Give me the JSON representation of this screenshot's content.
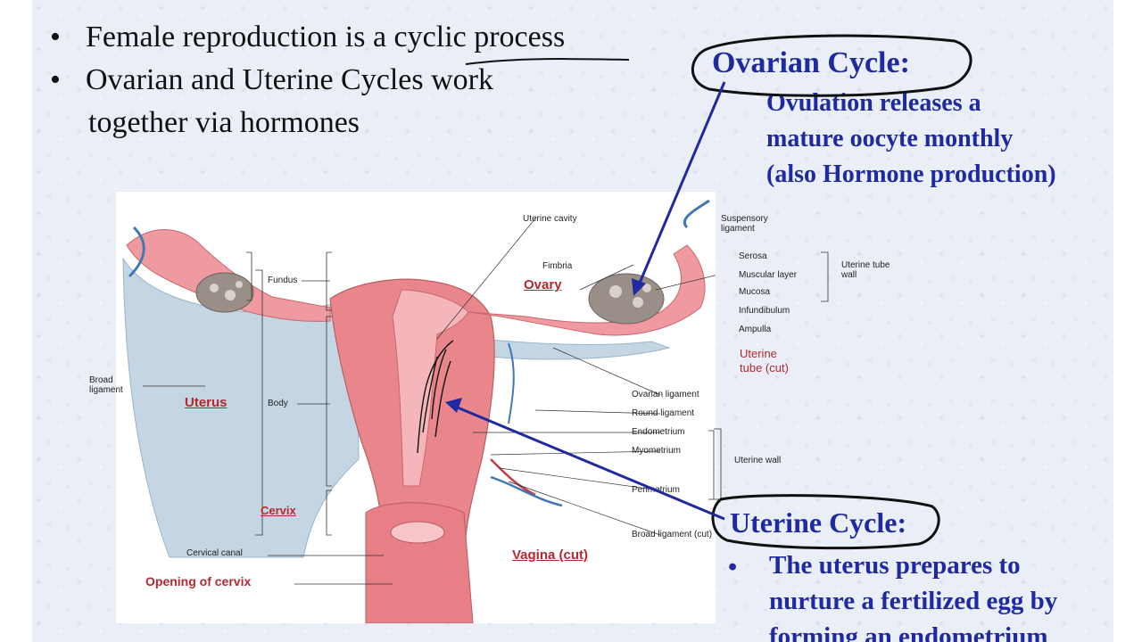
{
  "bullets": [
    {
      "marker": "•",
      "text": "Female reproduction is a cyclic process"
    },
    {
      "marker": "•",
      "text": "Ovarian and Uterine Cycles work",
      "cont": "together via hormones"
    }
  ],
  "ovarian": {
    "title": "Ovarian Cycle:",
    "lines": [
      "Ovulation releases a",
      "mature oocyte monthly",
      "(also Hormone production)"
    ]
  },
  "uterine": {
    "title": "Uterine Cycle:",
    "marker": "•",
    "lines": [
      "The uterus prepares to",
      "nurture a fertilized egg by",
      "forming an endometrium"
    ]
  },
  "diagram": {
    "labels": {
      "uterine_cavity": "Uterine cavity",
      "suspensory": "Suspensory\nligament",
      "fimbria": "Fimbria",
      "serosa": "Serosa",
      "muscular": "Muscular layer",
      "mucosa": "Mucosa",
      "tube_wall": "Uterine tube\nwall",
      "infundibulum": "Infundibulum",
      "ampulla": "Ampulla",
      "fundus": "Fundus",
      "broad": "Broad\nligament",
      "body": "Body",
      "ovarian_lig": "Ovarian ligament",
      "round_lig": "Round ligament",
      "endometrium": "Endometrium",
      "myometrium": "Myometrium",
      "uterine_wall": "Uterine wall",
      "perimetrium": "Perimetrium",
      "broad_cut": "Broad ligament (cut)",
      "cervical_canal": "Cervical canal"
    },
    "red_labels": {
      "ovary": "Ovary",
      "uterus": "Uterus",
      "cervix": "Cervix",
      "vagina": "Vagina (cut)",
      "opening": "Opening of cervix",
      "tube_cut": "Uterine\ntube (cut)"
    }
  },
  "colors": {
    "slide_bg": "#e9eef7",
    "blue_text": "#1f2aa0",
    "red_label": "#b5282f",
    "tissue": "#e8868b",
    "ligament": "#c4d6e3"
  }
}
